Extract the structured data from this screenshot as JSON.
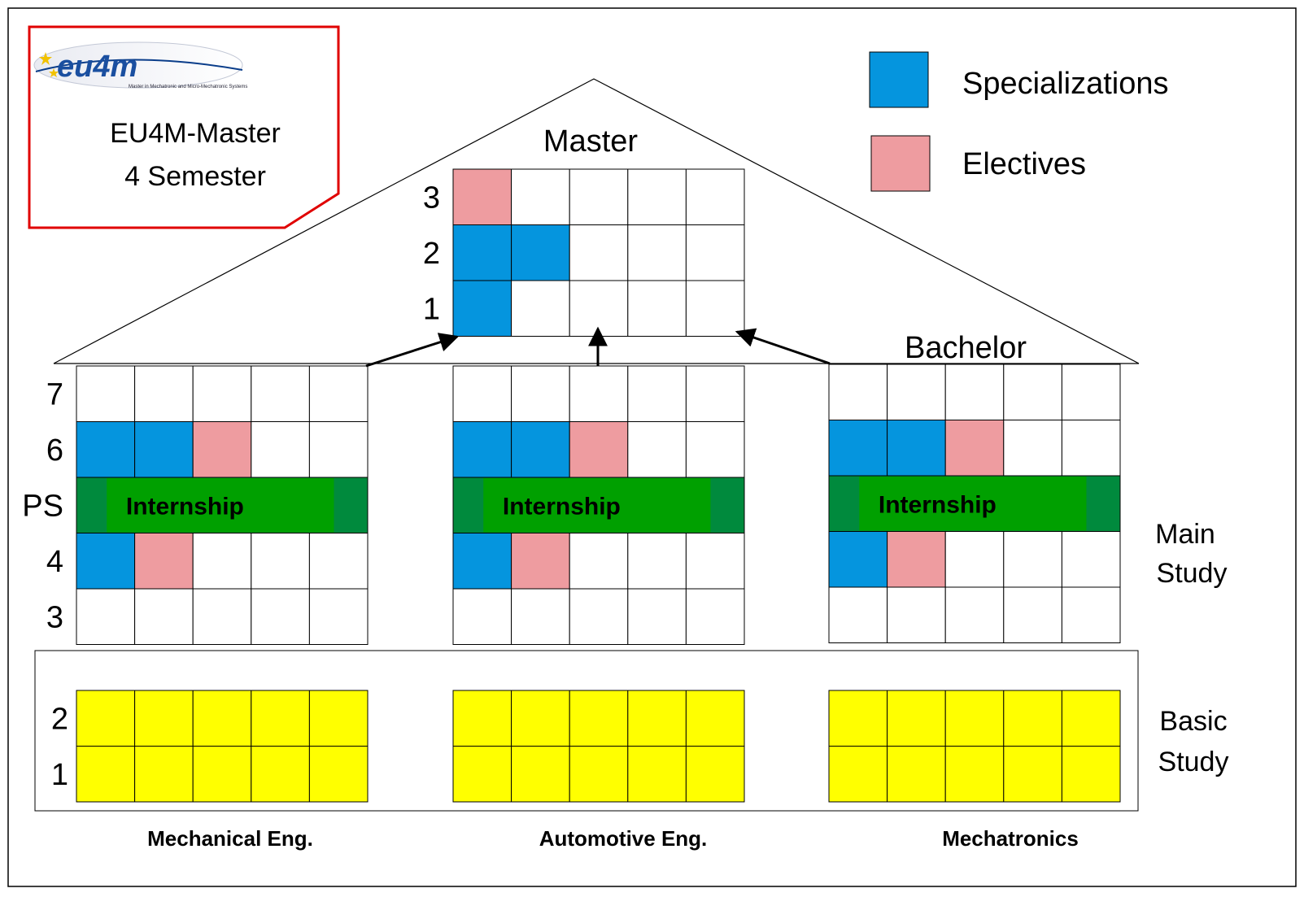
{
  "logo": {
    "text": "eu4m",
    "tagline": "Master in Mechatronic and Micro-Mechatronic Systems"
  },
  "info_box": {
    "line1": "EU4M-Master",
    "line2": "4 Semester"
  },
  "legend": [
    {
      "label": "Specializations",
      "color": "#0595de"
    },
    {
      "label": "Electives",
      "color": "#ee9ca0"
    }
  ],
  "colors": {
    "specialization": "#0595de",
    "elective": "#ee9ca0",
    "basic": "#ffff00",
    "internship_outer": "#008a3d",
    "internship_inner": "#00a000",
    "grid_line": "#000000",
    "box_border": "#e00000"
  },
  "master": {
    "title": "Master",
    "row_labels": [
      "3",
      "2",
      "1"
    ],
    "cells": [
      [
        "elective",
        "empty",
        "empty",
        "empty",
        "empty"
      ],
      [
        "specialization",
        "specialization",
        "empty",
        "empty",
        "empty"
      ],
      [
        "specialization",
        "empty",
        "empty",
        "empty",
        "empty"
      ]
    ]
  },
  "bachelor_label": "Bachelor",
  "main_study": {
    "row_labels": [
      "7",
      "6",
      "PS",
      "4",
      "3"
    ],
    "internship_label": "Internship",
    "cells": [
      [
        "empty",
        "empty",
        "empty",
        "empty",
        "empty"
      ],
      [
        "specialization",
        "specialization",
        "elective",
        "empty",
        "empty"
      ],
      [
        "internship",
        "internship",
        "internship",
        "internship",
        "internship"
      ],
      [
        "specialization",
        "elective",
        "empty",
        "empty",
        "empty"
      ],
      [
        "empty",
        "empty",
        "empty",
        "empty",
        "empty"
      ]
    ]
  },
  "basic_study": {
    "row_labels": [
      "2",
      "1"
    ],
    "cells": [
      [
        "basic",
        "basic",
        "basic",
        "basic",
        "basic"
      ],
      [
        "basic",
        "basic",
        "basic",
        "basic",
        "basic"
      ]
    ]
  },
  "side_labels": {
    "main_study": [
      "Main",
      "Study"
    ],
    "basic_study": [
      "Basic",
      "Study"
    ]
  },
  "programs": [
    {
      "name": "Mechanical Eng."
    },
    {
      "name": "Automotive Eng."
    },
    {
      "name": "Mechatronics"
    }
  ]
}
